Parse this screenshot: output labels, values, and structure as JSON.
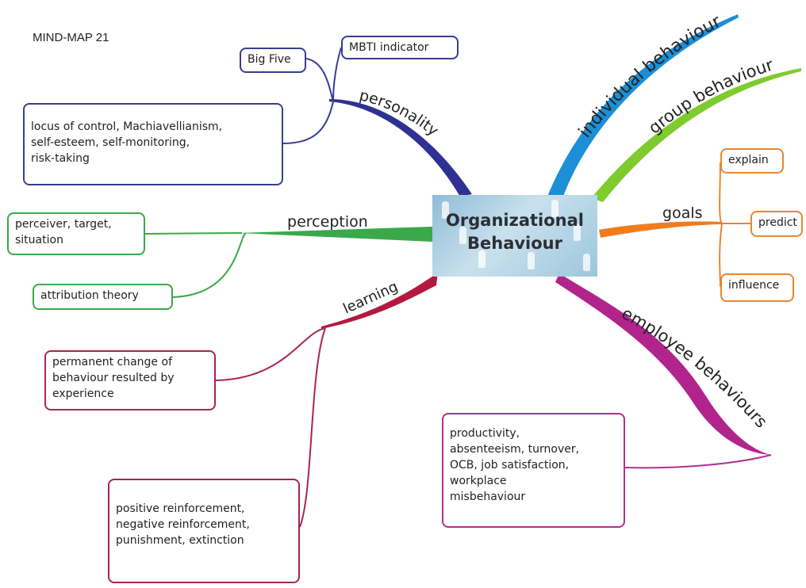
{
  "title": "MIND-MAP 21",
  "center": {
    "line1": "Organizational",
    "line2": "Behaviour"
  },
  "branches": {
    "personality": "personality",
    "perception": "perception",
    "learning": "learning",
    "individual": "individual behaviour",
    "group": "group behaviour",
    "goals": "goals",
    "employee": "employee behaviours"
  },
  "boxes": {
    "big_five": "Big Five",
    "mbti": "MBTI indicator",
    "locus": "locus of control, Machiavellianism,\nself-esteem, self-monitoring,\nrisk-taking",
    "perceiver": "perceiver, target,\nsituation",
    "attribution": "attribution theory",
    "permanent": "permanent change of\nbehaviour resulted by\nexperience",
    "reinforcement": "positive reinforcement,\nnegative reinforcement,\npunishment, extinction",
    "explain": "explain",
    "predict": "predict",
    "influence": "influence",
    "productivity": "productivity,\nabsenteeism, turnover,\nOCB, job satisfaction,\nworkplace\nmisbehaviour"
  },
  "colors": {
    "personality": "#2e3192",
    "perception": "#3aa84b",
    "learning": "#b3193f",
    "individual": "#1c8fd6",
    "group": "#7ecb2e",
    "goals": "#f07c1e",
    "employee": "#b1248c"
  }
}
